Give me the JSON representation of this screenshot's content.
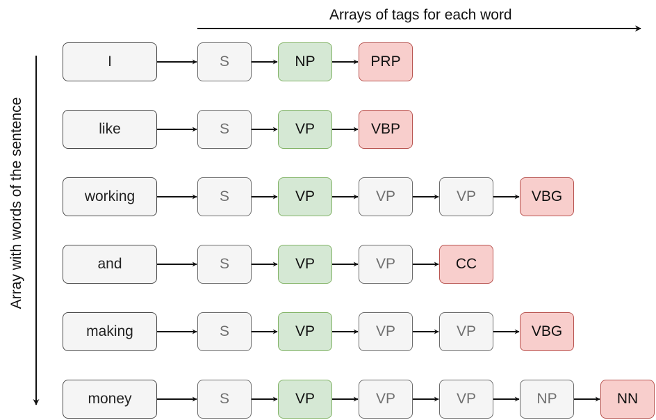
{
  "top_label": "Arrays of tags for each word",
  "side_label": "Array with words of the sentence",
  "colors": {
    "word_fill": "#f5f5f5",
    "tag_fill": "#f5f5f5",
    "first_tag_fill": "#d5e8d4",
    "leaf_tag_fill": "#f8cecc"
  },
  "rows": [
    {
      "word": "I",
      "tags": [
        "S",
        "NP",
        "PRP"
      ]
    },
    {
      "word": "like",
      "tags": [
        "S",
        "VP",
        "VBP"
      ]
    },
    {
      "word": "working",
      "tags": [
        "S",
        "VP",
        "VP",
        "VP",
        "VBG"
      ]
    },
    {
      "word": "and",
      "tags": [
        "S",
        "VP",
        "VP",
        "CC"
      ]
    },
    {
      "word": "making",
      "tags": [
        "S",
        "VP",
        "VP",
        "VP",
        "VBG"
      ]
    },
    {
      "word": "money",
      "tags": [
        "S",
        "VP",
        "VP",
        "VP",
        "NP",
        "NN"
      ]
    }
  ]
}
